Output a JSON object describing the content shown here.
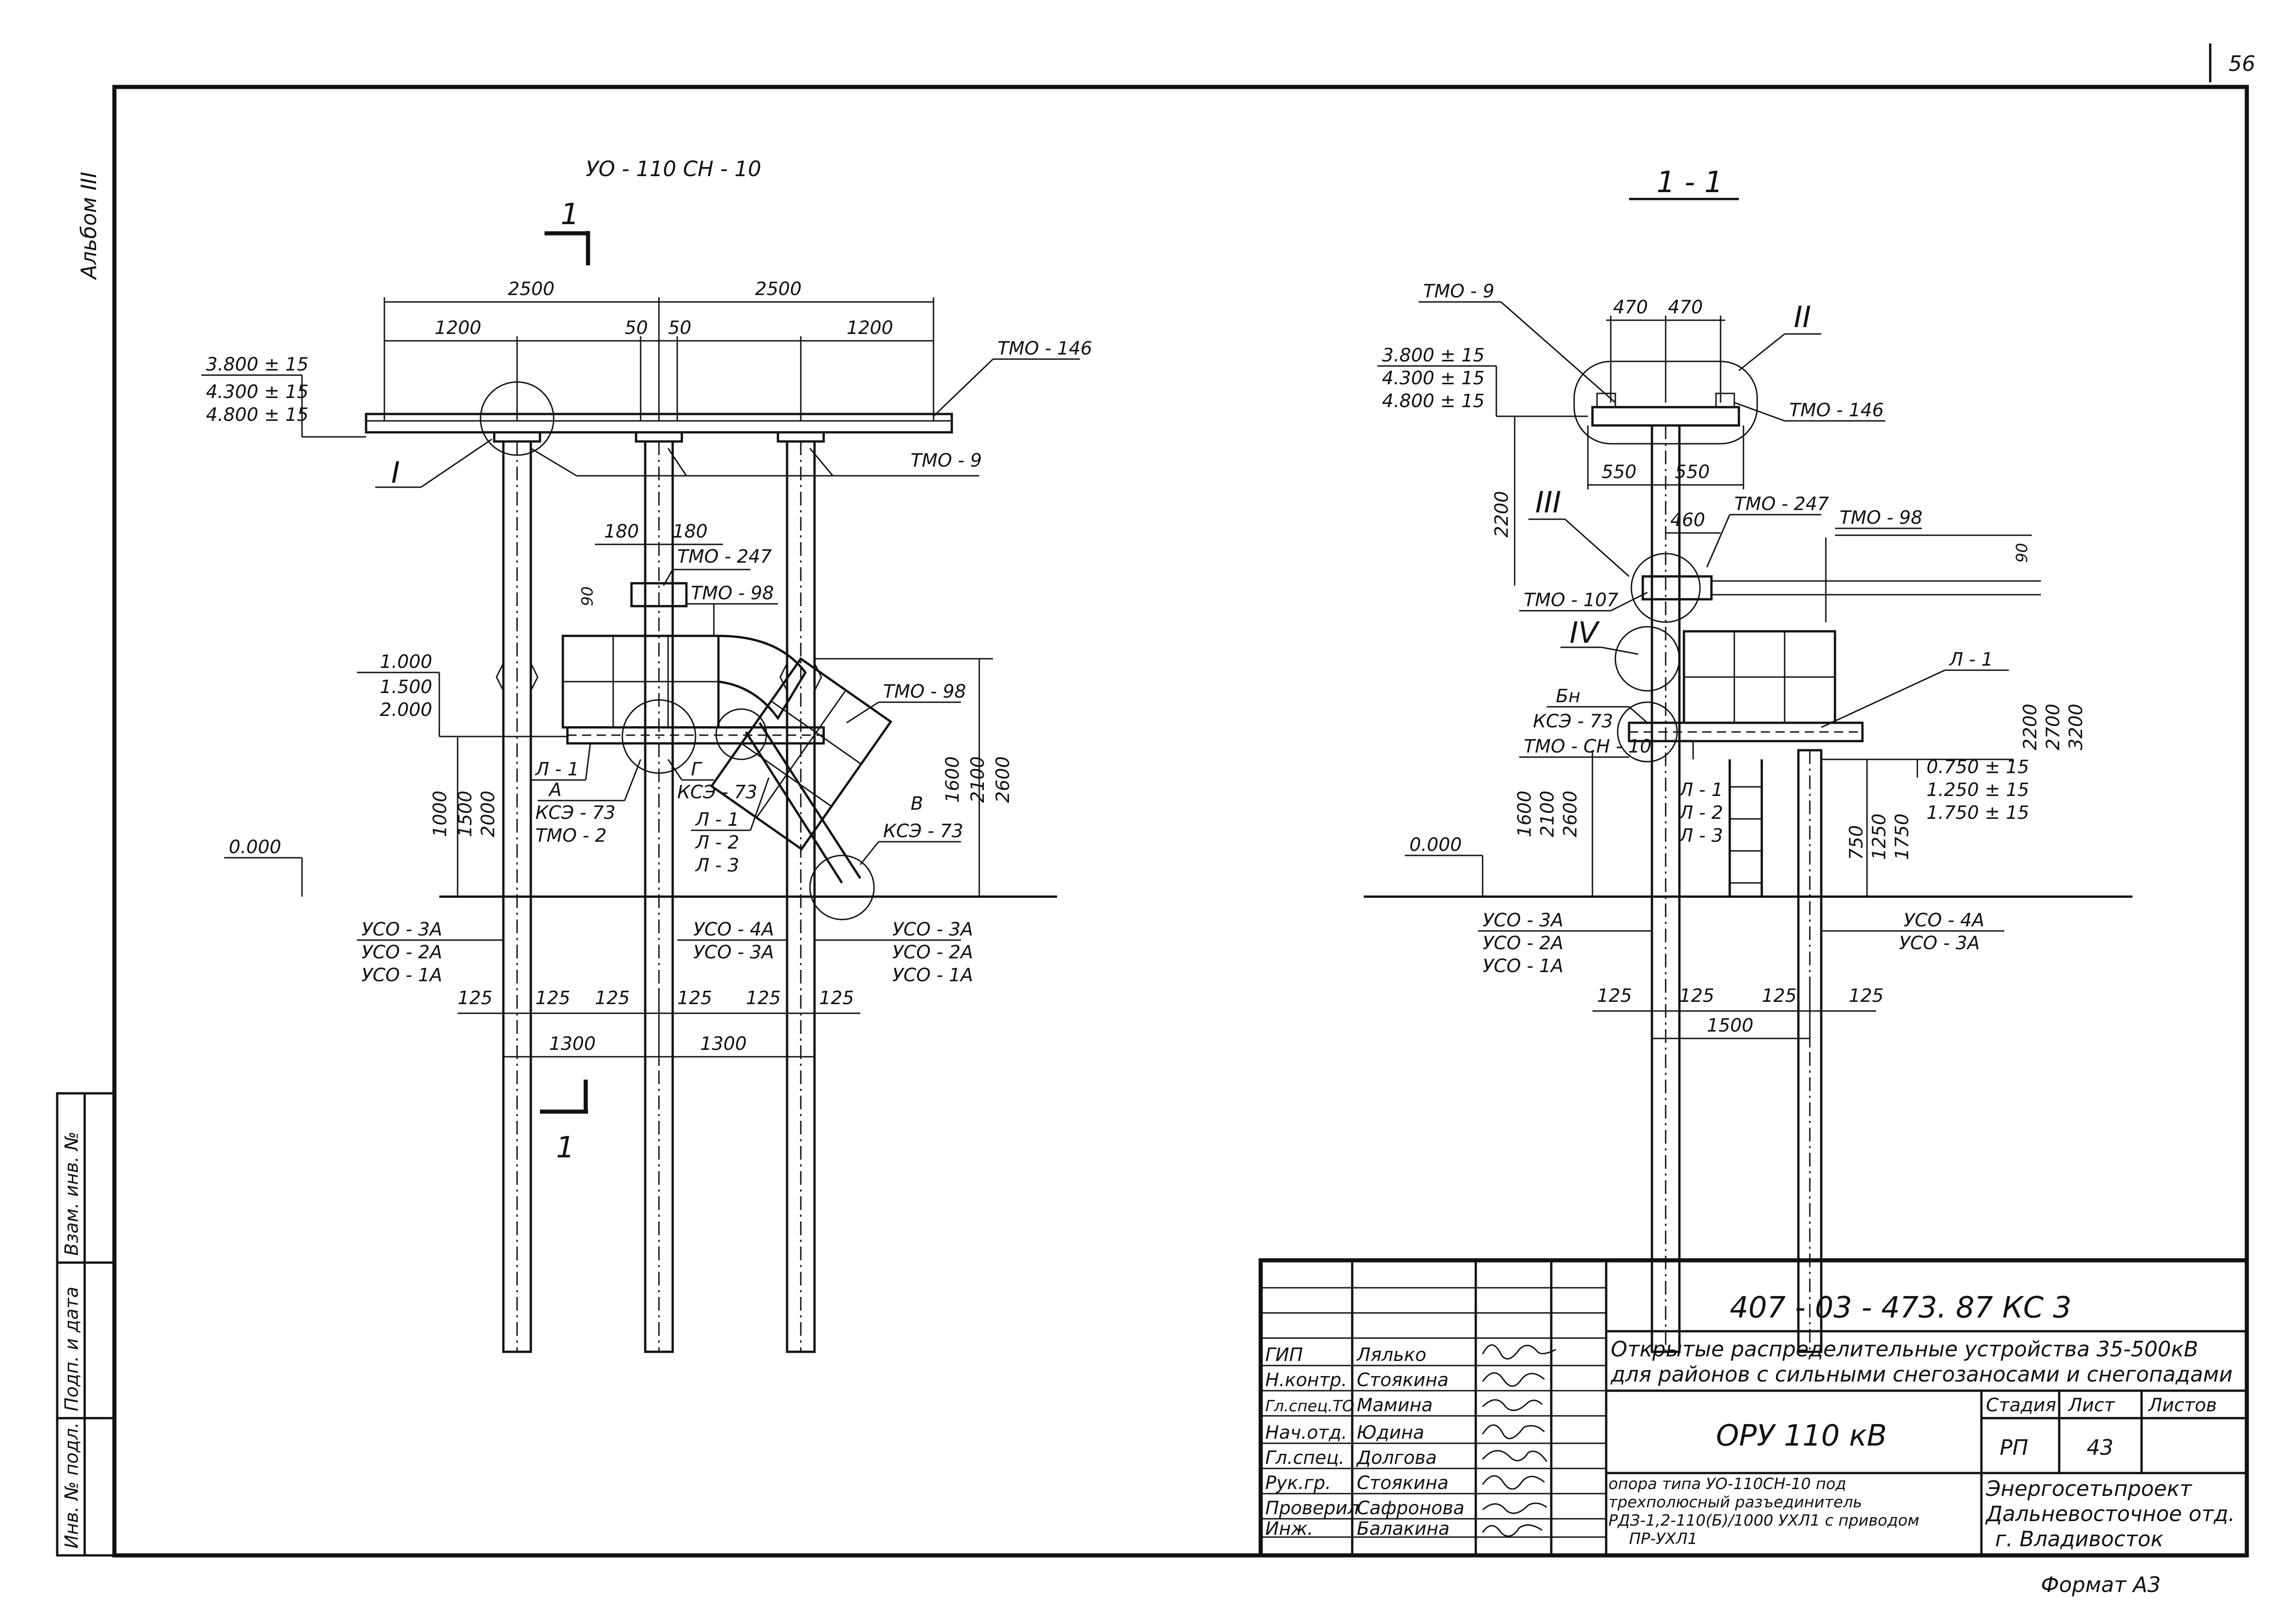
{
  "page_number": "56",
  "side_label": "Альбом III",
  "left_view": {
    "title": "УО - 110 СН - 10",
    "section_mark": "1",
    "dims_top": [
      "2500",
      "2500",
      "1200",
      "50",
      "50",
      "1200"
    ],
    "elev_top": [
      "3.800 ± 15",
      "4.300 ± 15",
      "4.800 ± 15"
    ],
    "elev_mid": [
      "1.000",
      "1.500",
      "2.000"
    ],
    "elev_zero": "0.000",
    "roman_I": "I",
    "labels": {
      "tmo146": "ТМО - 146",
      "tmo9": "ТМО - 9",
      "tmo247": "ТМО - 247",
      "tmo98a": "ТМО - 98",
      "tmo98b": "ТМО - 98",
      "l1": "Л - 1",
      "a": "А",
      "ks73a": "КСЭ - 73",
      "tmo2": "ТМО - 2",
      "g": "Г",
      "ks73g": "КСЭ - 73",
      "la": "Л - 1",
      "lb": "Л - 2",
      "lc": "Л - 3",
      "v": "В",
      "ks73v": "КСЭ - 73"
    },
    "small_dims": [
      "180",
      "180",
      "90"
    ],
    "vert_dims_left": [
      "1000",
      "1500",
      "2000"
    ],
    "vert_dims_right": [
      "1600",
      "2100",
      "2600"
    ],
    "uso_left": [
      "УСО - 3А",
      "УСО - 2А",
      "УСО - 1А"
    ],
    "uso_mid": [
      "УСО - 4А",
      "УСО - 3А"
    ],
    "uso_right": [
      "УСО - 3А",
      "УСО - 2А",
      "УСО - 1А"
    ],
    "dims_bottom": [
      "125",
      "125",
      "125",
      "125",
      "125",
      "125"
    ],
    "dims_base": [
      "1300",
      "1300"
    ],
    "section_mark_bottom": "1"
  },
  "right_view": {
    "title": "1 - 1",
    "tmo9": "ТМО - 9",
    "dims_top": [
      "470",
      "470"
    ],
    "roman_II": "II",
    "elev_top": [
      "3.800 ± 15",
      "4.300 ± 15",
      "4.800 ± 15"
    ],
    "tmo146": "ТМО - 146",
    "dims_550": [
      "550",
      "550"
    ],
    "dim_2200": "2200",
    "roman_III": "III",
    "dim_460": "460",
    "tmo247": "ТМО - 247",
    "tmo98": "ТМО - 98",
    "dim_90": "90",
    "tmo107": "ТМО - 107",
    "roman_IV": "IV",
    "l1": "Л - 1",
    "bn": "Бн",
    "ks73": "КСЭ - 73",
    "tmo_sn10": "ТМО - СН - 10",
    "right_dims": [
      "2200",
      "2700",
      "3200"
    ],
    "elev_zero": "0.000",
    "vert_left": [
      "1600",
      "2100",
      "2600"
    ],
    "ll": [
      "Л - 1",
      "Л - 2",
      "Л - 3"
    ],
    "vert_mid": [
      "750",
      "1250",
      "1750"
    ],
    "elev_mid": [
      "0.750 ± 15",
      "1.250 ± 15",
      "1.750 ± 15"
    ],
    "uso_left": [
      "УСО - 3А",
      "УСО - 2А",
      "УСО - 1А"
    ],
    "uso_right": [
      "УСО - 4А",
      "УСО - 3А"
    ],
    "dims_bottom": [
      "125",
      "125",
      "125",
      "125"
    ],
    "dim_base": "1500"
  },
  "stamp_left": {
    "cells": [
      "Инв. № подл.",
      "Подп. и дата",
      "Взам. инв. №"
    ]
  },
  "title_block": {
    "doc_code": "407 - 03 - 473. 87   КС 3",
    "project_line1": "Открытые распределительные устройства 35-500кВ",
    "project_line2": "для районов с сильными снегозаносами и снегопадами",
    "sheet_title": "ОРУ  110 кВ",
    "stage_header": "Стадия",
    "sheet_header": "Лист",
    "sheets_header": "Листов",
    "stage": "РП",
    "sheet": "43",
    "sheets": "",
    "desc_line1": "опора типа УО-110СН-10 под",
    "desc_line2": "трехполюсный разъединитель",
    "desc_line3": "РДЗ-1,2-110(Б)/1000 УХЛ1 с приводом",
    "desc_line4": "ПР-УХЛ1",
    "org_line1": "Энергосетьпроект",
    "org_line2": "Дальневосточное отд.",
    "org_line3": "г. Владивосток",
    "format": "Формат А3",
    "roles": [
      "ГИП",
      "Н.контр.",
      "Гл.спец.ТО",
      "Нач.отд.",
      "Гл.спец.",
      "Рук.гр.",
      "Проверил",
      "Инж."
    ],
    "names": [
      "Лялько",
      "Стоякина",
      "Мамина",
      "Юдина",
      "Долгова",
      "Стоякина",
      "Сафронова",
      "Балакина"
    ],
    "signatures": [
      "Лялько",
      "Стоякина",
      "Мамина",
      "Юдина",
      "Долгова",
      "Стоякина",
      "Сафронова",
      "Балакина"
    ]
  }
}
